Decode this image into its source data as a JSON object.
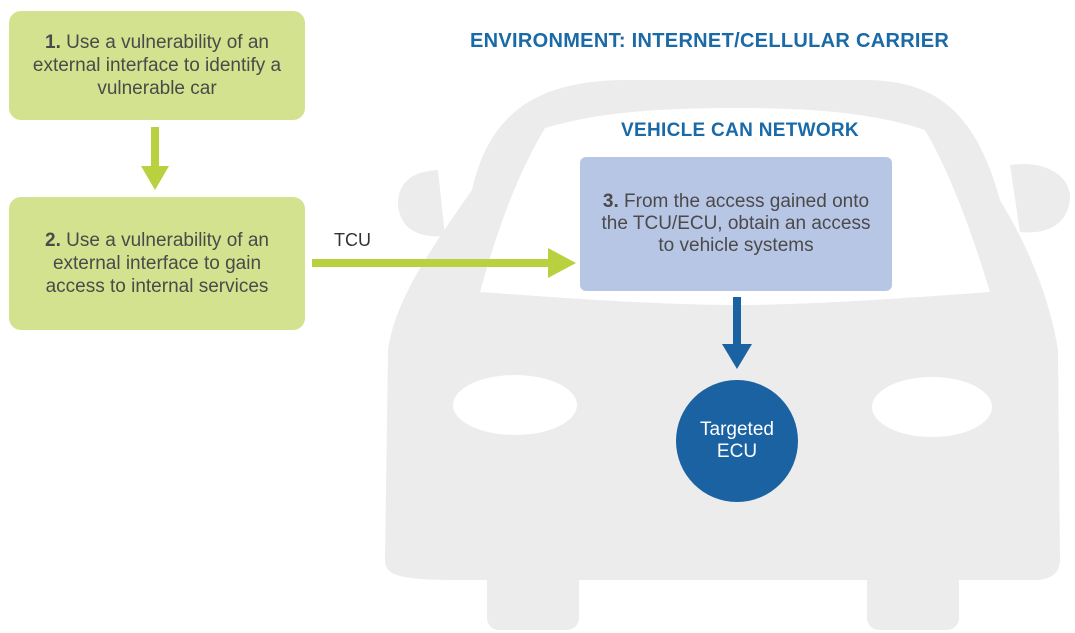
{
  "titles": {
    "environment": "ENVIRONMENT: INTERNET/CELLULAR CARRIER",
    "network": "VEHICLE CAN NETWORK"
  },
  "steps": [
    {
      "num": "1.",
      "text": "Use a vulnerability of an external interface to identify a vulnerable car"
    },
    {
      "num": "2.",
      "text": "Use a vulnerability of an external interface to gain access to internal services"
    },
    {
      "num": "3.",
      "text": "From the access gained onto the TCU/ECU, obtain an access to vehicle systems"
    }
  ],
  "connector_label": "TCU",
  "target": {
    "line1": "Targeted",
    "line2": "ECU"
  },
  "colors": {
    "step_green": "#d3e28e",
    "arrow_green": "#b9d13f",
    "step_blue": "#b8c6e5",
    "dark_blue": "#1a62a1",
    "title_blue": "#1a6aa8",
    "car_gray": "#ececec"
  }
}
